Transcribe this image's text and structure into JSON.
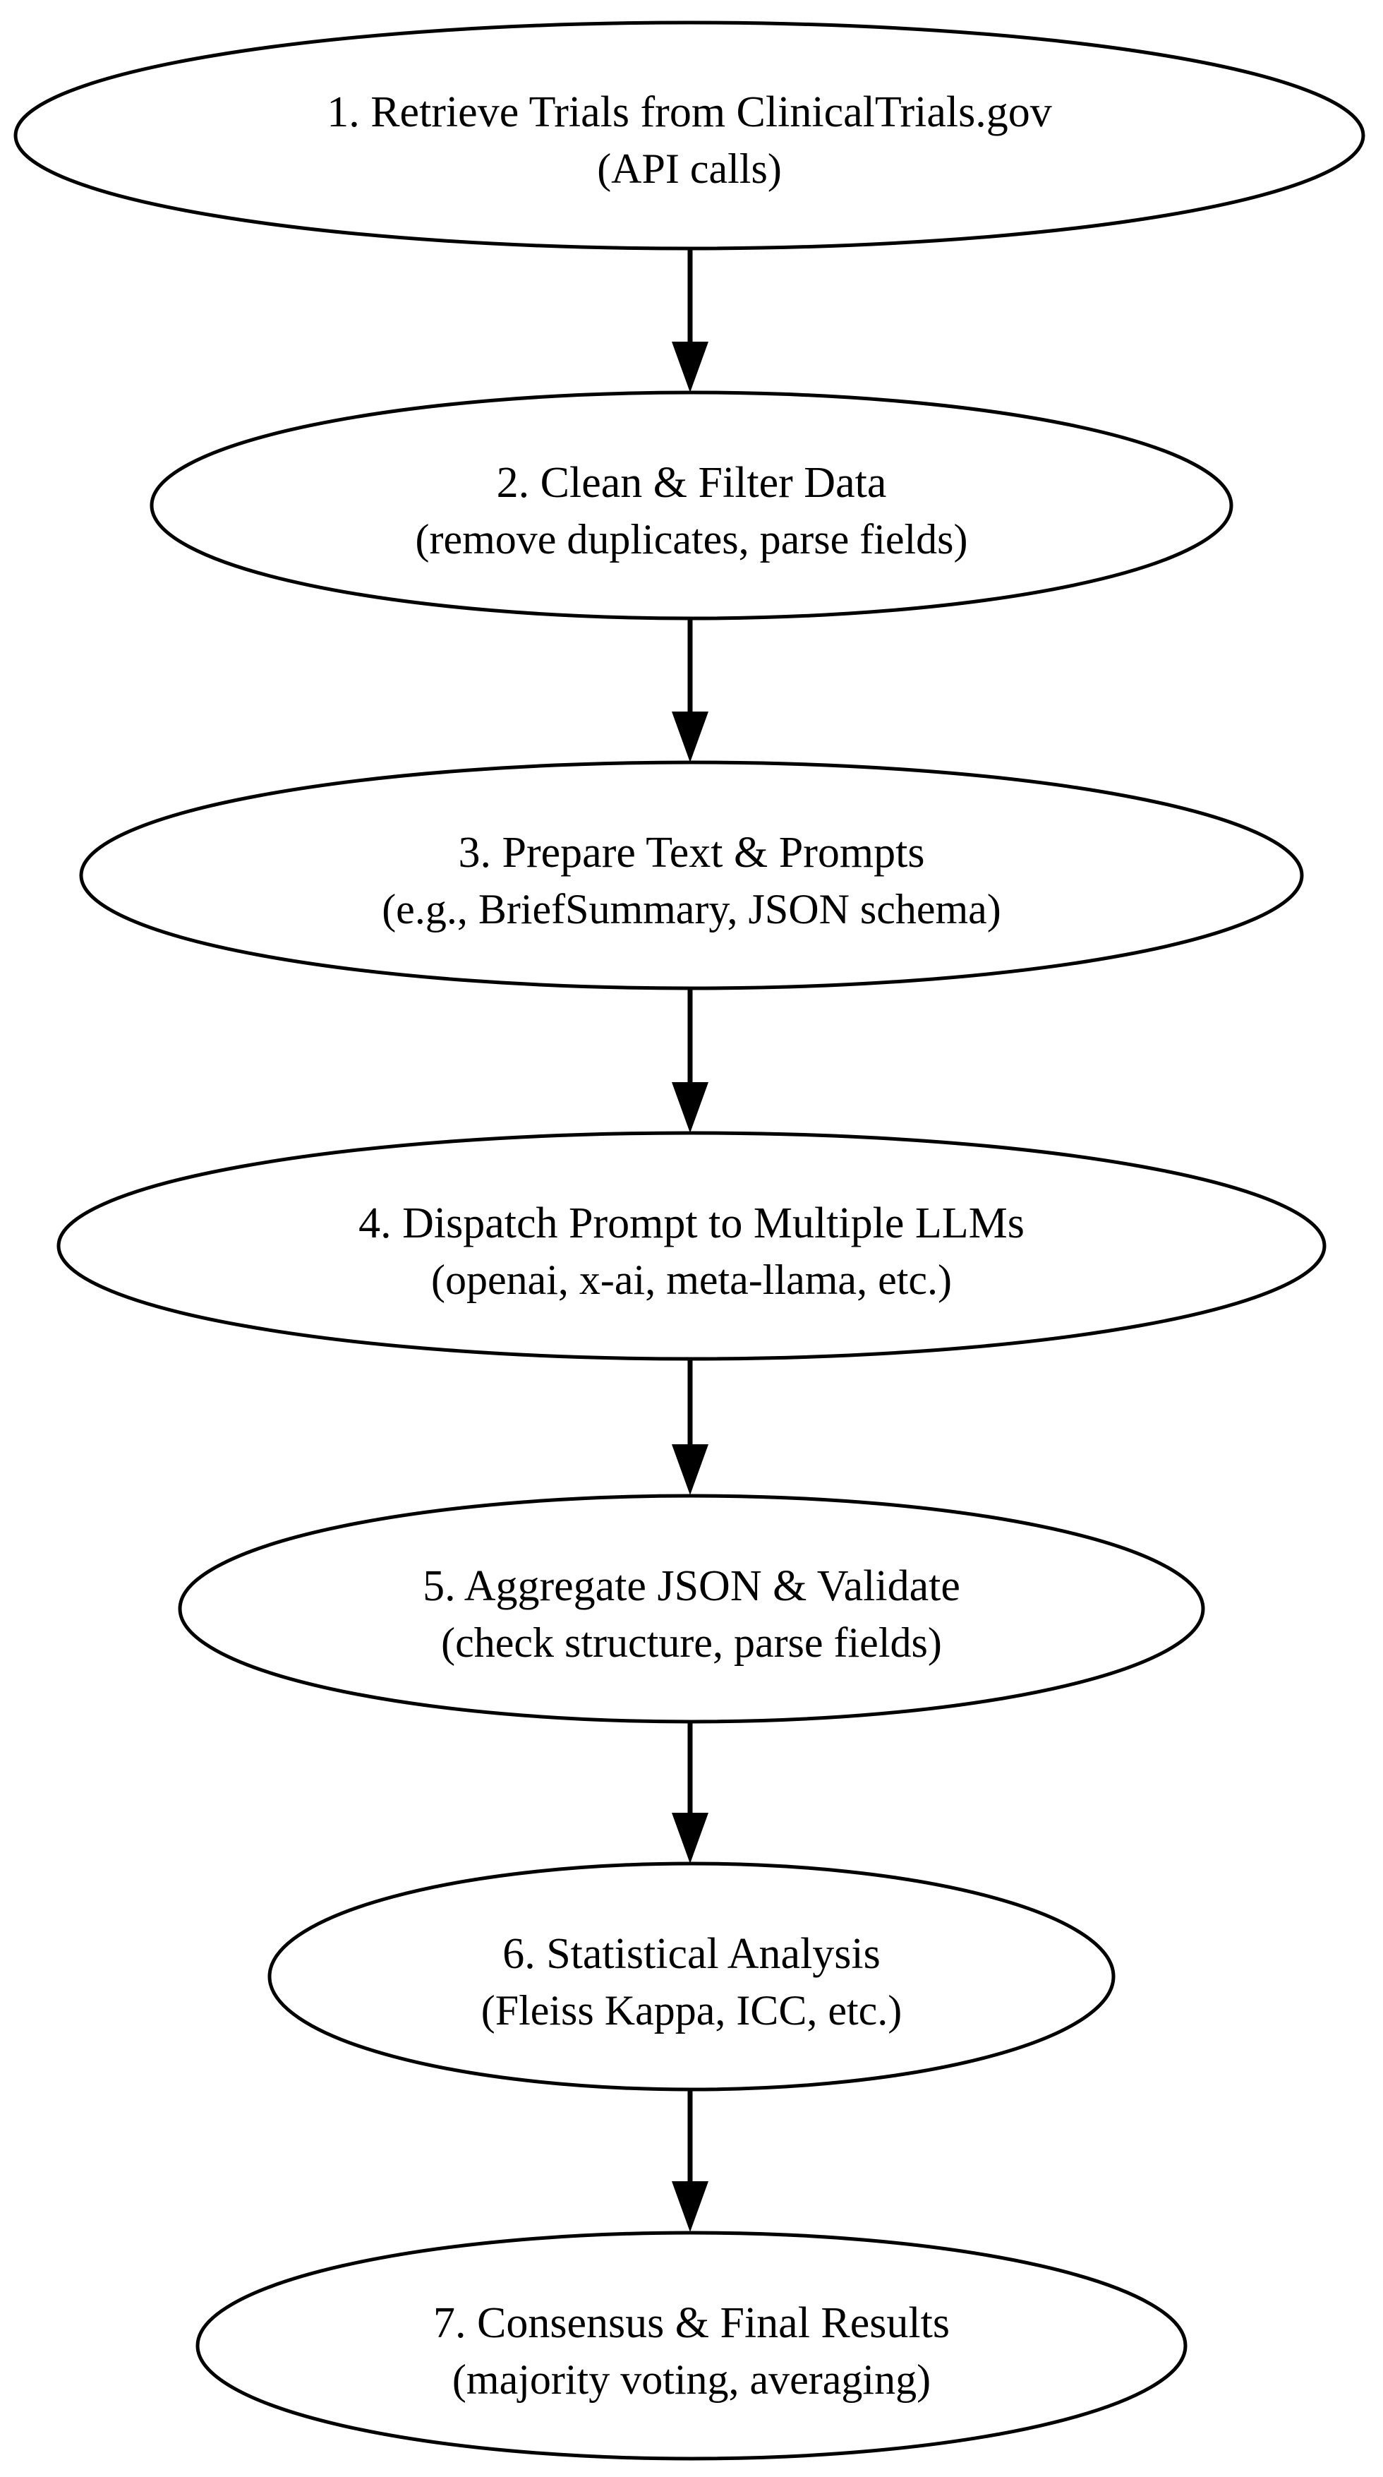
{
  "diagram": {
    "title": "Clinical trial LLM annotation pipeline flowchart",
    "type": "flowchart",
    "orientation": "top-to-bottom",
    "shape": "ellipse",
    "background_color": "#ffffff",
    "stroke_color": "#000000",
    "text_color": "#000000",
    "nodes": [
      {
        "id": "node-1",
        "line1": "1. Retrieve Trials from ClinicalTrials.gov",
        "line2": "(API calls)"
      },
      {
        "id": "node-2",
        "line1": "2. Clean & Filter Data",
        "line2": "(remove duplicates, parse fields)"
      },
      {
        "id": "node-3",
        "line1": "3. Prepare Text & Prompts",
        "line2": "(e.g., BriefSummary, JSON schema)"
      },
      {
        "id": "node-4",
        "line1": "4. Dispatch Prompt to Multiple LLMs",
        "line2": "(openai, x-ai, meta-llama, etc.)"
      },
      {
        "id": "node-5",
        "line1": "5. Aggregate JSON & Validate",
        "line2": "(check structure, parse fields)"
      },
      {
        "id": "node-6",
        "line1": "6. Statistical Analysis",
        "line2": "(Fleiss Kappa, ICC, etc.)"
      },
      {
        "id": "node-7",
        "line1": "7. Consensus & Final Results",
        "line2": "(majority voting, averaging)"
      }
    ],
    "edges": [
      {
        "id": "edge-1-2",
        "from": "node-1",
        "to": "node-2",
        "label": ""
      },
      {
        "id": "edge-2-3",
        "from": "node-2",
        "to": "node-3",
        "label": ""
      },
      {
        "id": "edge-3-4",
        "from": "node-3",
        "to": "node-4",
        "label": ""
      },
      {
        "id": "edge-4-5",
        "from": "node-4",
        "to": "node-5",
        "label": ""
      },
      {
        "id": "edge-5-6",
        "from": "node-5",
        "to": "node-6",
        "label": ""
      },
      {
        "id": "edge-6-7",
        "from": "node-6",
        "to": "node-7",
        "label": ""
      }
    ]
  }
}
